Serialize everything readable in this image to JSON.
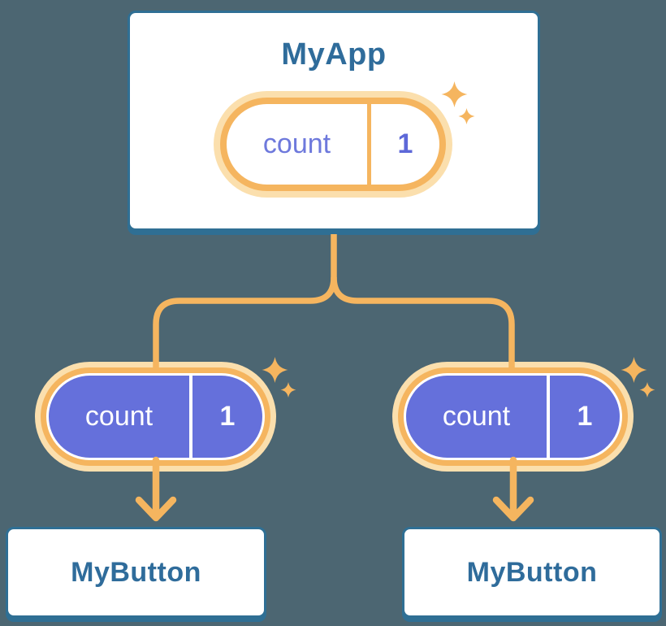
{
  "palette": {
    "background": "#4C6672",
    "card_fill": "#FFFFFF",
    "card_border_blue": "#2F6F94",
    "title_text_blue": "#2F6C9B",
    "accent_orange": "#F5B55F",
    "halo_orange": "#FBDFAD",
    "pill_purple": "#6570DB",
    "pill_name_indigo": "#6E79DC",
    "pill_value_indigo": "#5D68D8"
  },
  "root": {
    "title": "MyApp",
    "state_pill": {
      "name": "count",
      "value": "1"
    }
  },
  "children": [
    {
      "title": "MyButton",
      "prop_pill": {
        "name": "count",
        "value": "1"
      }
    },
    {
      "title": "MyButton",
      "prop_pill": {
        "name": "count",
        "value": "1"
      }
    }
  ],
  "icons": {
    "sparkle": "four-point-star",
    "arrow": "down-arrow"
  }
}
